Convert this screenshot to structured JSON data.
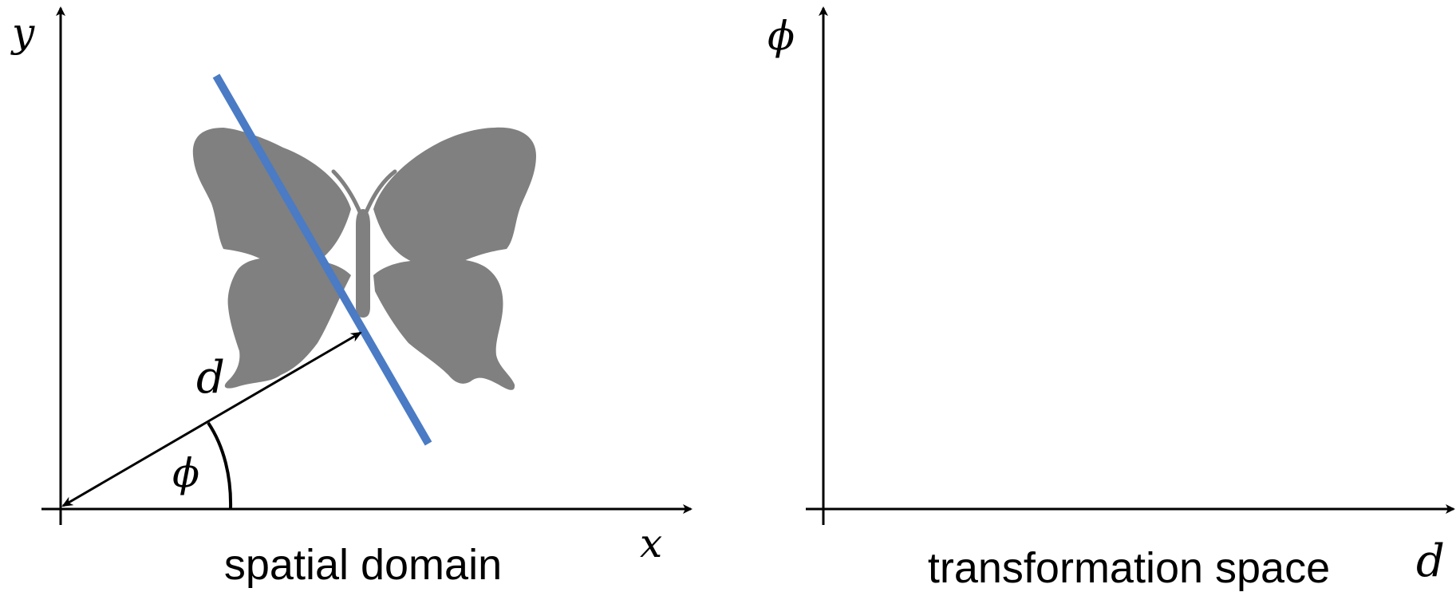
{
  "spatial_domain": {
    "caption": "spatial domain",
    "x_axis_label": "x",
    "y_axis_label": "y",
    "distance_label": "d",
    "angle_label": "ϕ"
  },
  "transformation_space": {
    "caption": "transformation space",
    "x_axis_label": "d",
    "y_axis_label": "ϕ"
  },
  "colors": {
    "line": "#4a7bc4",
    "butterfly": "#808080",
    "axes": "#000000"
  }
}
